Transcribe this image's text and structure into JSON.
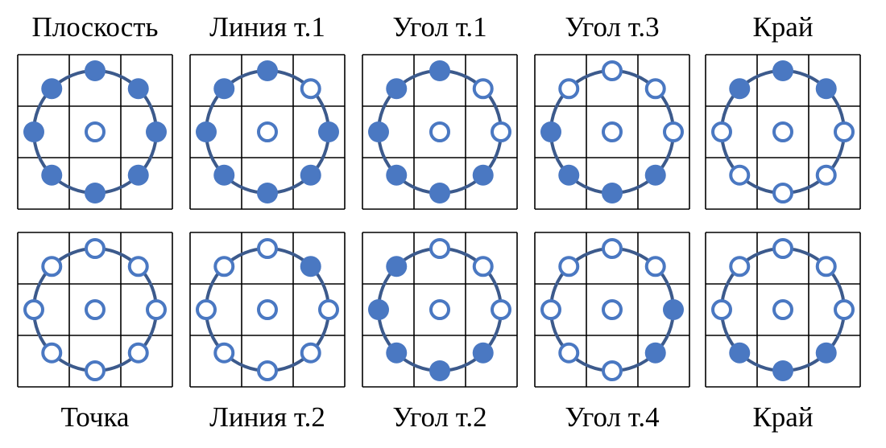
{
  "figure": {
    "colors": {
      "filled": "#4a78c2",
      "hollow_fill": "#ffffff",
      "hollow_stroke": "#4a78c2",
      "ring": "#3c5a8c",
      "grid": "#000000",
      "text": "#000000"
    },
    "ring_order": [
      "top",
      "top-right",
      "right",
      "bottom-right",
      "bottom",
      "bottom-left",
      "left",
      "top-left"
    ],
    "top_row": [
      {
        "label": "Плоскость",
        "center": "hollow",
        "ring": [
          "filled",
          "filled",
          "filled",
          "filled",
          "filled",
          "filled",
          "filled",
          "filled"
        ]
      },
      {
        "label": "Линия т.1",
        "center": "hollow",
        "ring": [
          "filled",
          "hollow",
          "filled",
          "filled",
          "filled",
          "filled",
          "filled",
          "filled"
        ]
      },
      {
        "label": "Угол т.1",
        "center": "hollow",
        "ring": [
          "filled",
          "hollow",
          "hollow",
          "filled",
          "filled",
          "filled",
          "filled",
          "filled"
        ]
      },
      {
        "label": "Угол т.3",
        "center": "hollow",
        "ring": [
          "hollow",
          "hollow",
          "hollow",
          "filled",
          "filled",
          "filled",
          "filled",
          "hollow"
        ]
      },
      {
        "label": "Край",
        "center": "hollow",
        "ring": [
          "filled",
          "filled",
          "hollow",
          "hollow",
          "hollow",
          "hollow",
          "hollow",
          "filled"
        ]
      }
    ],
    "bottom_row": [
      {
        "label": "Точка",
        "center": "hollow",
        "ring": [
          "hollow",
          "hollow",
          "hollow",
          "hollow",
          "hollow",
          "hollow",
          "hollow",
          "hollow"
        ]
      },
      {
        "label": "Линия т.2",
        "center": "hollow",
        "ring": [
          "hollow",
          "filled",
          "hollow",
          "hollow",
          "hollow",
          "hollow",
          "hollow",
          "hollow"
        ]
      },
      {
        "label": "Угол т.2",
        "center": "hollow",
        "ring": [
          "hollow",
          "hollow",
          "hollow",
          "filled",
          "filled",
          "filled",
          "filled",
          "filled"
        ]
      },
      {
        "label": "Угол т.4",
        "center": "hollow",
        "ring": [
          "hollow",
          "hollow",
          "filled",
          "filled",
          "hollow",
          "hollow",
          "hollow",
          "hollow"
        ]
      },
      {
        "label": "Край",
        "center": "hollow",
        "ring": [
          "hollow",
          "hollow",
          "hollow",
          "filled",
          "filled",
          "filled",
          "hollow",
          "hollow"
        ]
      }
    ]
  }
}
